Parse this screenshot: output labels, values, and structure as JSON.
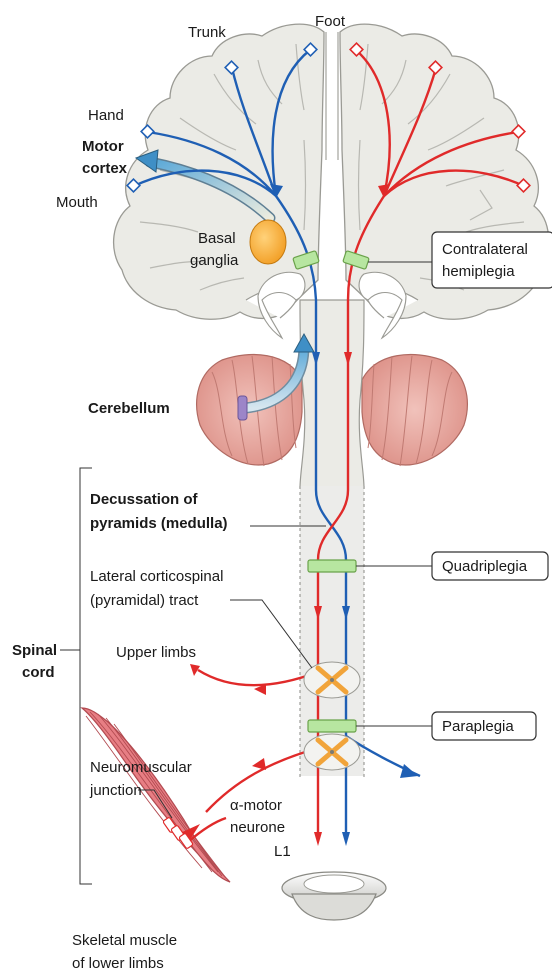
{
  "labels": {
    "trunk": "Trunk",
    "foot": "Foot",
    "hand": "Hand",
    "motor_cortex_1": "Motor",
    "motor_cortex_2": "cortex",
    "mouth": "Mouth",
    "basal_1": "Basal",
    "basal_2": "ganglia",
    "cerebellum": "Cerebellum",
    "decussation_1": "Decussation of",
    "decussation_2": "pyramids (medulla)",
    "lateral_1": "Lateral corticospinal",
    "lateral_2": "(pyramidal) tract",
    "spinal_1": "Spinal",
    "spinal_2": "cord",
    "upper_limbs": "Upper limbs",
    "nmj_1": "Neuromuscular",
    "nmj_2": "junction",
    "alpha_1": "α-motor",
    "alpha_2": "neurone",
    "l1": "L1",
    "skeletal_1": "Skeletal muscle",
    "skeletal_2": "of lower limbs"
  },
  "boxes": {
    "contralateral_1": "Contralateral",
    "contralateral_2": "hemiplegia",
    "quadriplegia": "Quadriplegia",
    "paraplegia": "Paraplegia"
  },
  "colors": {
    "left_tract": "#1f5fb4",
    "right_tract": "#e02a2a",
    "brain_fill": "#ebebe6",
    "brain_stroke": "#9a9a94",
    "cerebellum_fill": "#e8a9a0",
    "lesion_fill": "#b7e6a0",
    "basal_fill": "#f4a92a",
    "muscle_fill": "#e77e84"
  }
}
